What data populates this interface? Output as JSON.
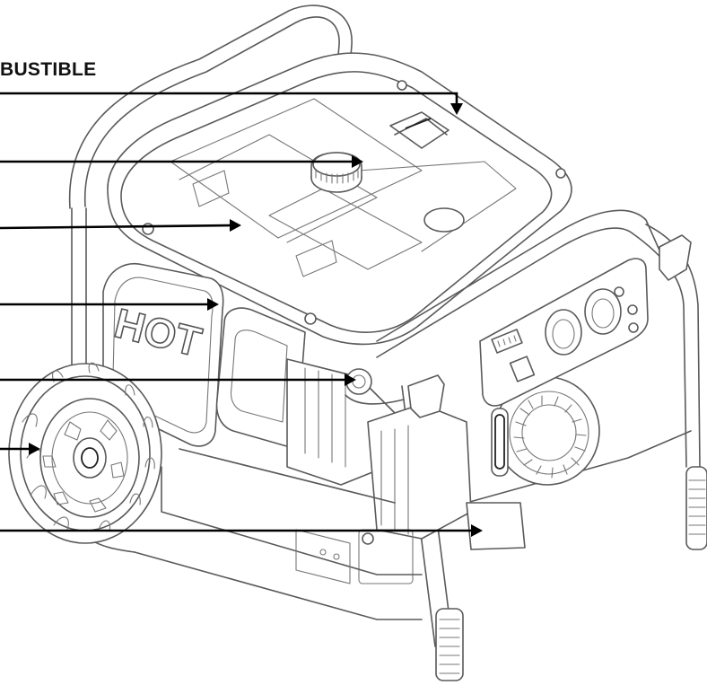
{
  "header": {
    "partial_title": "BUSTIBLE"
  },
  "panel": {
    "hot_label": "HOT"
  },
  "colors": {
    "line": "#5a5a5a",
    "leader": "#000000",
    "background": "#ffffff"
  },
  "callouts": [
    {
      "id": "top-frame-handle"
    },
    {
      "id": "fuel-cap"
    },
    {
      "id": "fuel-tank"
    },
    {
      "id": "frame-rail"
    },
    {
      "id": "carburetor"
    },
    {
      "id": "wheel"
    },
    {
      "id": "engine-base"
    }
  ]
}
